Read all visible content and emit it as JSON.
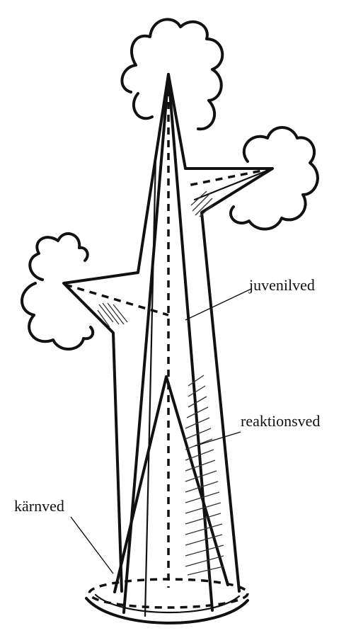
{
  "labels": {
    "juvenile_wood": "juvenilved",
    "reaction_wood": "reaktionsved",
    "heartwood": "kärnved"
  },
  "colors": {
    "ink": "#111111",
    "background": "#ffffff"
  }
}
